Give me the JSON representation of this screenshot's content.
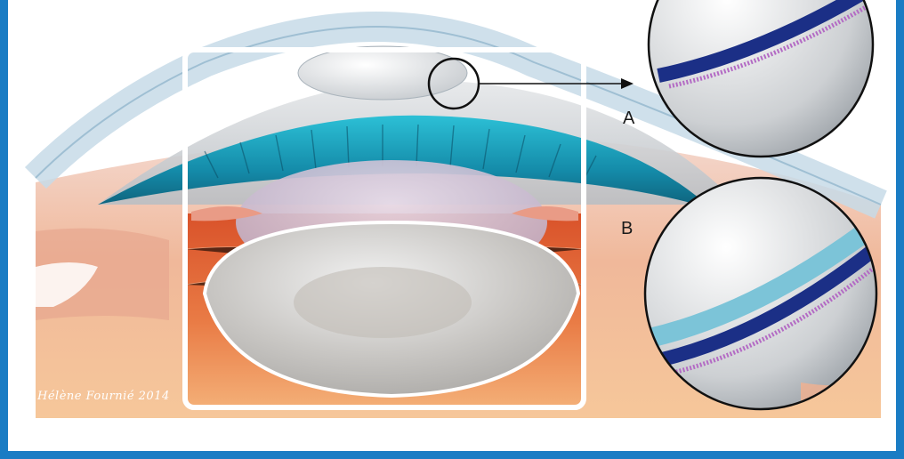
{
  "labels": {
    "a": "A",
    "b": "B"
  },
  "signature": "Hélène Fournié 2014",
  "colors": {
    "frame": "#1a7cc4",
    "iris": "#1f9fbf",
    "cornea": "#cfe0ea",
    "lens": "#d8d8d8",
    "tissue": "#e8a583",
    "membrane_dark": "#1b2f86",
    "membrane_light": "#7cc4d8",
    "pigment": "#b36bc4"
  }
}
